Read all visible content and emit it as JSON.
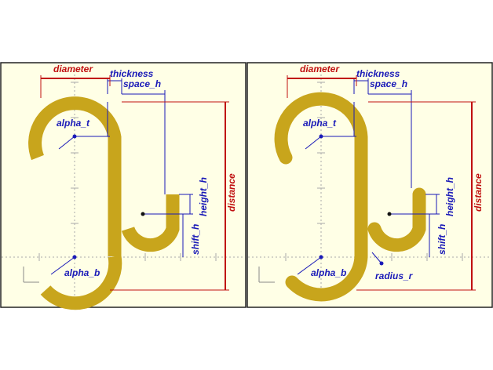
{
  "colors": {
    "panel_bg": "#ffffe6",
    "hook": "#c8a51c",
    "dim_blue": "#1a1ab8",
    "dim_red": "#c01010",
    "grid": "#aaaaaa",
    "frame": "#222222"
  },
  "panels": [
    {
      "labels": {
        "diameter": "diameter",
        "thickness": "thickness",
        "space_h": "space_h",
        "alpha_t": "alpha_t",
        "height_h": "height_h",
        "distance": "distance",
        "shift_h": "shift_h",
        "alpha_b": "alpha_b"
      },
      "end_style": "flat"
    },
    {
      "labels": {
        "diameter": "diameter",
        "thickness": "thickness",
        "space_h": "space_h",
        "alpha_t": "alpha_t",
        "height_h": "height_h",
        "distance": "distance",
        "shift_h": "shift_h",
        "alpha_b": "alpha_b",
        "radius_r": "radius_r"
      },
      "end_style": "rounded"
    }
  ]
}
